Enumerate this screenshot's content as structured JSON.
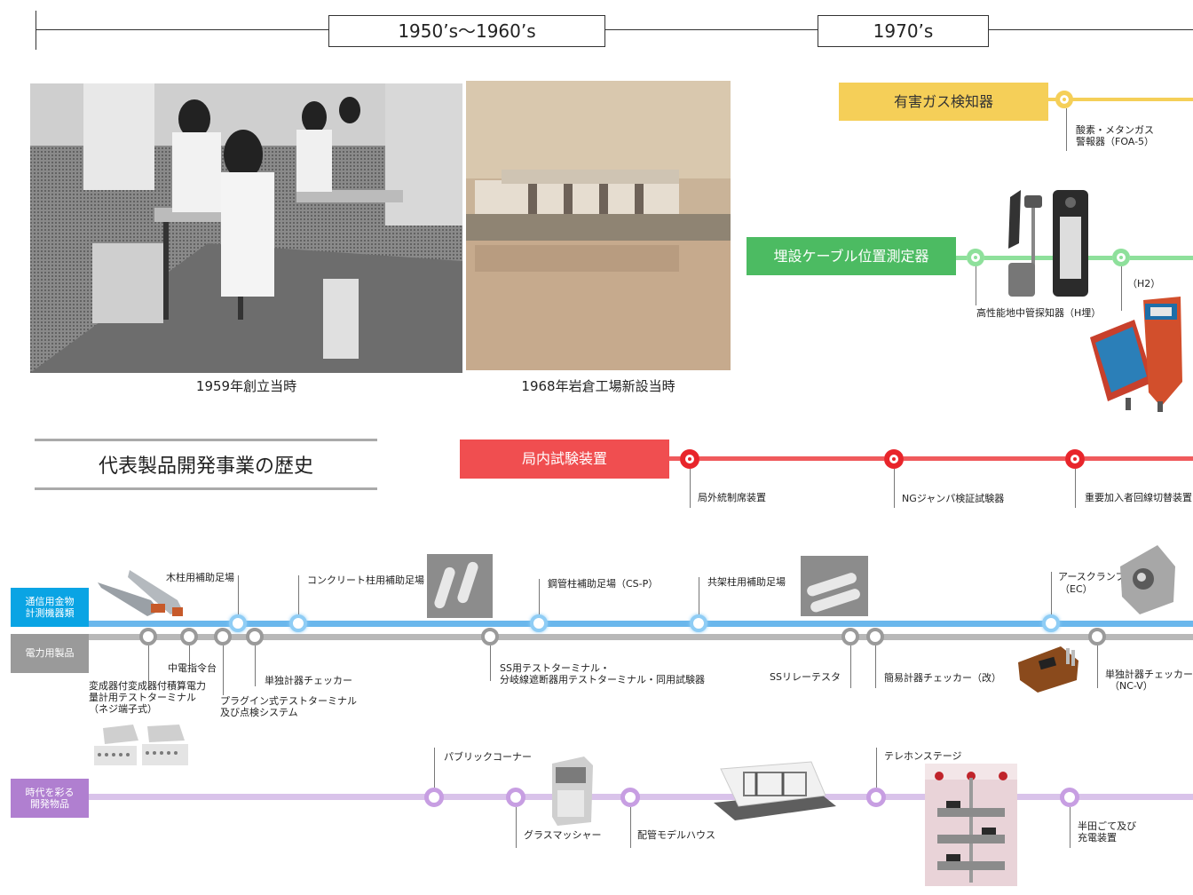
{
  "eras": [
    "1950’s～1960’s",
    "1970’s"
  ],
  "photos": {
    "factory_1959": "1959年創立当時",
    "factory_1968": "1968年岩倉工場新設当時"
  },
  "section_title": "代表製品開発事業の歴史",
  "categories": {
    "gas": {
      "label": "有害ガス検知器",
      "color": "#f5cf58",
      "items": [
        "酸素・メタンガス",
        "警報器（FOA-5）"
      ]
    },
    "cable": {
      "label": "埋設ケーブル位置測定器",
      "color": "#4cbb62",
      "items": [
        "高性能地中管探知器（H埋）",
        "（H2）"
      ]
    },
    "office": {
      "label": "局内試験装置",
      "color": "#f04e50",
      "items": [
        "局外統制席装置",
        "NGジャンパ検証試験器",
        "重要加入者回線切替装置"
      ]
    }
  },
  "rows": {
    "comm": {
      "label_lines": [
        "通信用金物",
        "計測機器類"
      ],
      "color": "#0aa4e4",
      "items": [
        "木柱用補助足場",
        "コンクリート柱用補助足場",
        "鋼管柱補助足場（CS-P）",
        "共架柱用補助足場",
        "アースクランプ",
        "（EC）"
      ]
    },
    "power": {
      "label": "電力用製品",
      "color": "#9a9a9a",
      "items": [
        "中電指令台",
        "変成器付変成器付積算電力",
        "量計用テストターミナル",
        "（ネジ端子式）",
        "単独計器チェッカー",
        "プラグイン式テストターミナル",
        "及び点検システム",
        "SS用テストターミナル・",
        "分岐線遮断器用テストターミナル・同用試験器",
        "SSリレーテスタ",
        "簡易計器チェッカー（改）",
        "単独計器チェッカー",
        "（NC-V）"
      ]
    },
    "era": {
      "label_lines": [
        "時代を彩る",
        "開発物品"
      ],
      "color": "#b07fd0",
      "items": [
        "パブリックコーナー",
        "グラスマッシャー",
        "配管モデルハウス",
        "テレホンステージ",
        "半田ごて及び",
        "充電装置"
      ]
    }
  }
}
